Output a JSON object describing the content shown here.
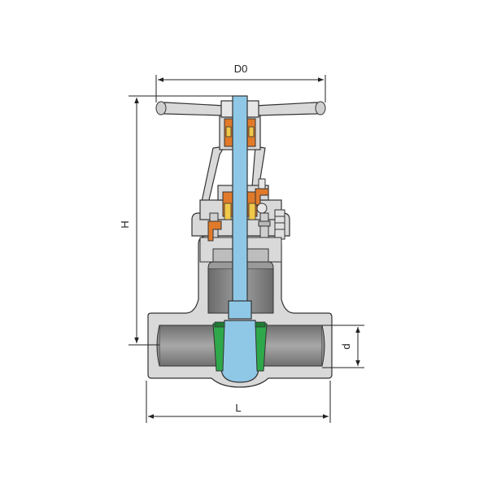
{
  "labels": {
    "d0": "D0",
    "h": "H",
    "l": "L",
    "d": "d"
  },
  "colors": {
    "body": "#d9d9d9",
    "body_shadow": "#7f7f7f",
    "bore": "#8c8c8c",
    "stem": "#8fc8e6",
    "wedge_seat": "#2ea84a",
    "packing": "#e07a2a",
    "gland_nut": "#f0c84a",
    "outline": "#333333"
  },
  "icons": {
    "handwheel": "handwheel-icon",
    "stem": "valve-stem-icon",
    "bonnet": "valve-bonnet-icon",
    "body": "valve-body-icon",
    "wedge": "gate-wedge-icon"
  }
}
